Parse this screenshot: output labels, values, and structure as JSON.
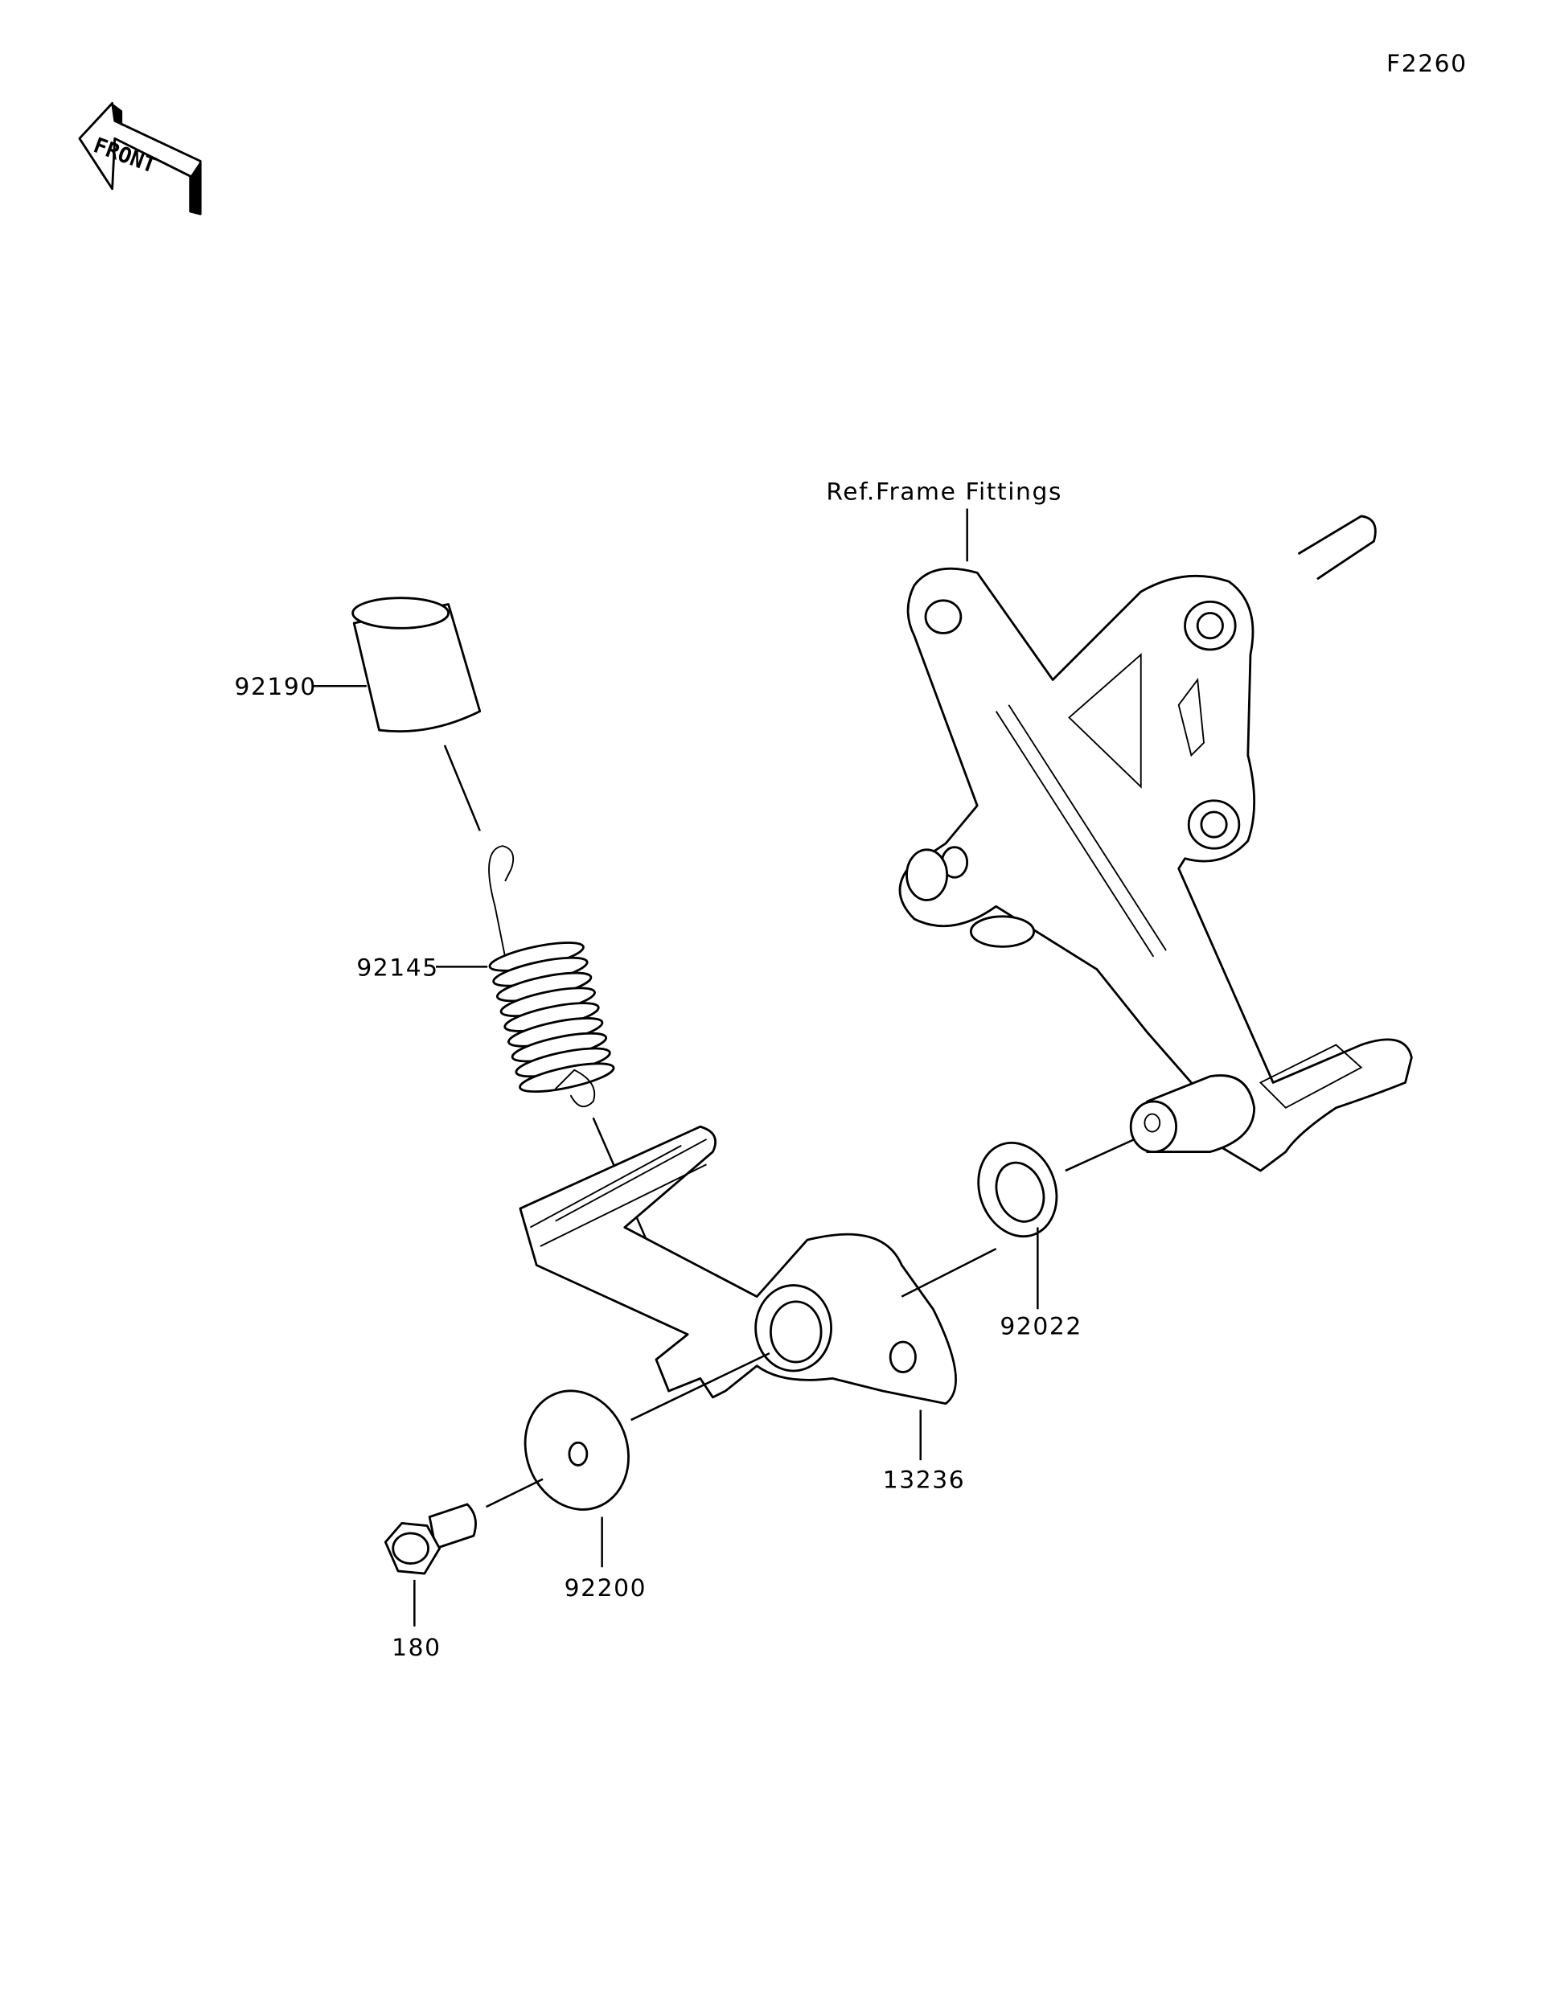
{
  "diagram": {
    "figure_code": "F2260",
    "front_indicator": "FRONT",
    "reference_label": "Ref.Frame Fittings",
    "parts": [
      {
        "number": "92190",
        "name": "pedal-cover"
      },
      {
        "number": "92145",
        "name": "return-spring"
      },
      {
        "number": "92022",
        "name": "washer"
      },
      {
        "number": "13236",
        "name": "brake-pedal"
      },
      {
        "number": "92200",
        "name": "plain-washer"
      },
      {
        "number": "180",
        "name": "bolt"
      }
    ]
  }
}
